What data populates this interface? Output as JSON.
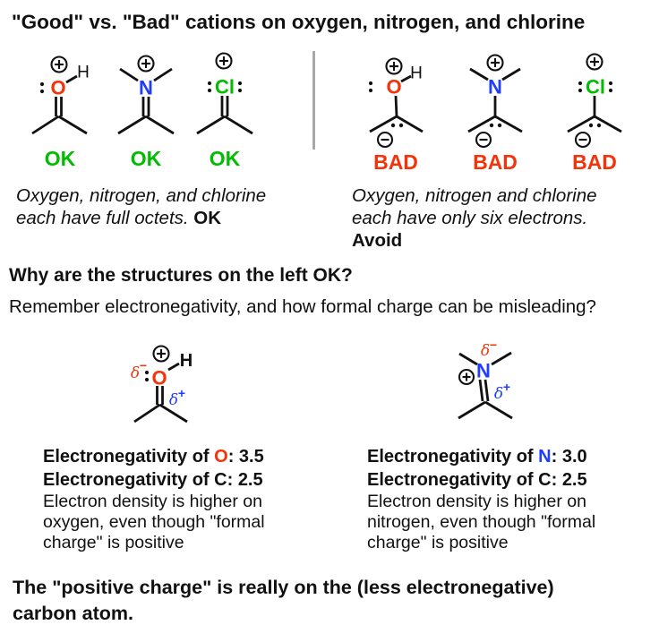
{
  "title": "\"Good\" vs. \"Bad\" cations on oxygen, nitrogen, and chlorine",
  "colors": {
    "oxygen_red": "#f5330a",
    "nitrogen_blue": "#1f3dff",
    "chlorine_green": "#00bd00",
    "ok_green": "#00bd00",
    "bad_red": "#f5330a",
    "delta_minus_red": "#f5330a",
    "delta_plus_blue": "#1f3dff",
    "divider_gray": "#a8a8a8",
    "text_black": "#111111"
  },
  "atoms": {
    "oxygen": "O",
    "nitrogen": "N",
    "chlorine": "Cl",
    "hydrogen": "H"
  },
  "charges": {
    "delta": "δ",
    "minus": "−",
    "plus": "+"
  },
  "icons": {
    "plus_charge": "circled-plus",
    "minus_charge": "circled-minus",
    "lone_pair": "two-dots"
  },
  "good_section": {
    "verdict": "OK",
    "caption_line1": "Oxygen, nitrogen, and chlorine",
    "caption_line2": "each have full octets. ",
    "caption_bold": "OK"
  },
  "bad_section": {
    "verdict": "BAD",
    "caption_line1": "Oxygen, nitrogen and chlorine",
    "caption_line2": "each have only six electrons.",
    "caption_bold": "Avoid"
  },
  "question": {
    "heading": "Why are the structures on the left OK?",
    "subtext": "Remember electronegativity, and how formal charge can be misleading?"
  },
  "electronegativity_left": {
    "row1_prefix": "Electronegativity of ",
    "row1_atom": "O",
    "row1_value": ": 3.5",
    "row2": "Electronegativity of C: 2.5",
    "body_line1": "Electron density is higher on",
    "body_line2": "oxygen, even though \"formal",
    "body_line3": "charge\" is positive"
  },
  "electronegativity_right": {
    "row1_prefix": "Electronegativity of ",
    "row1_atom": "N",
    "row1_value": ": 3.0",
    "row2": "Electronegativity of C: 2.5",
    "body_line1": "Electron density is higher on",
    "body_line2": "nitrogen, even though \"formal",
    "body_line3": "charge\" is positive"
  },
  "conclusion": {
    "line1": "The \"positive charge\" is really on the (less electronegative)",
    "line2": "carbon atom."
  }
}
